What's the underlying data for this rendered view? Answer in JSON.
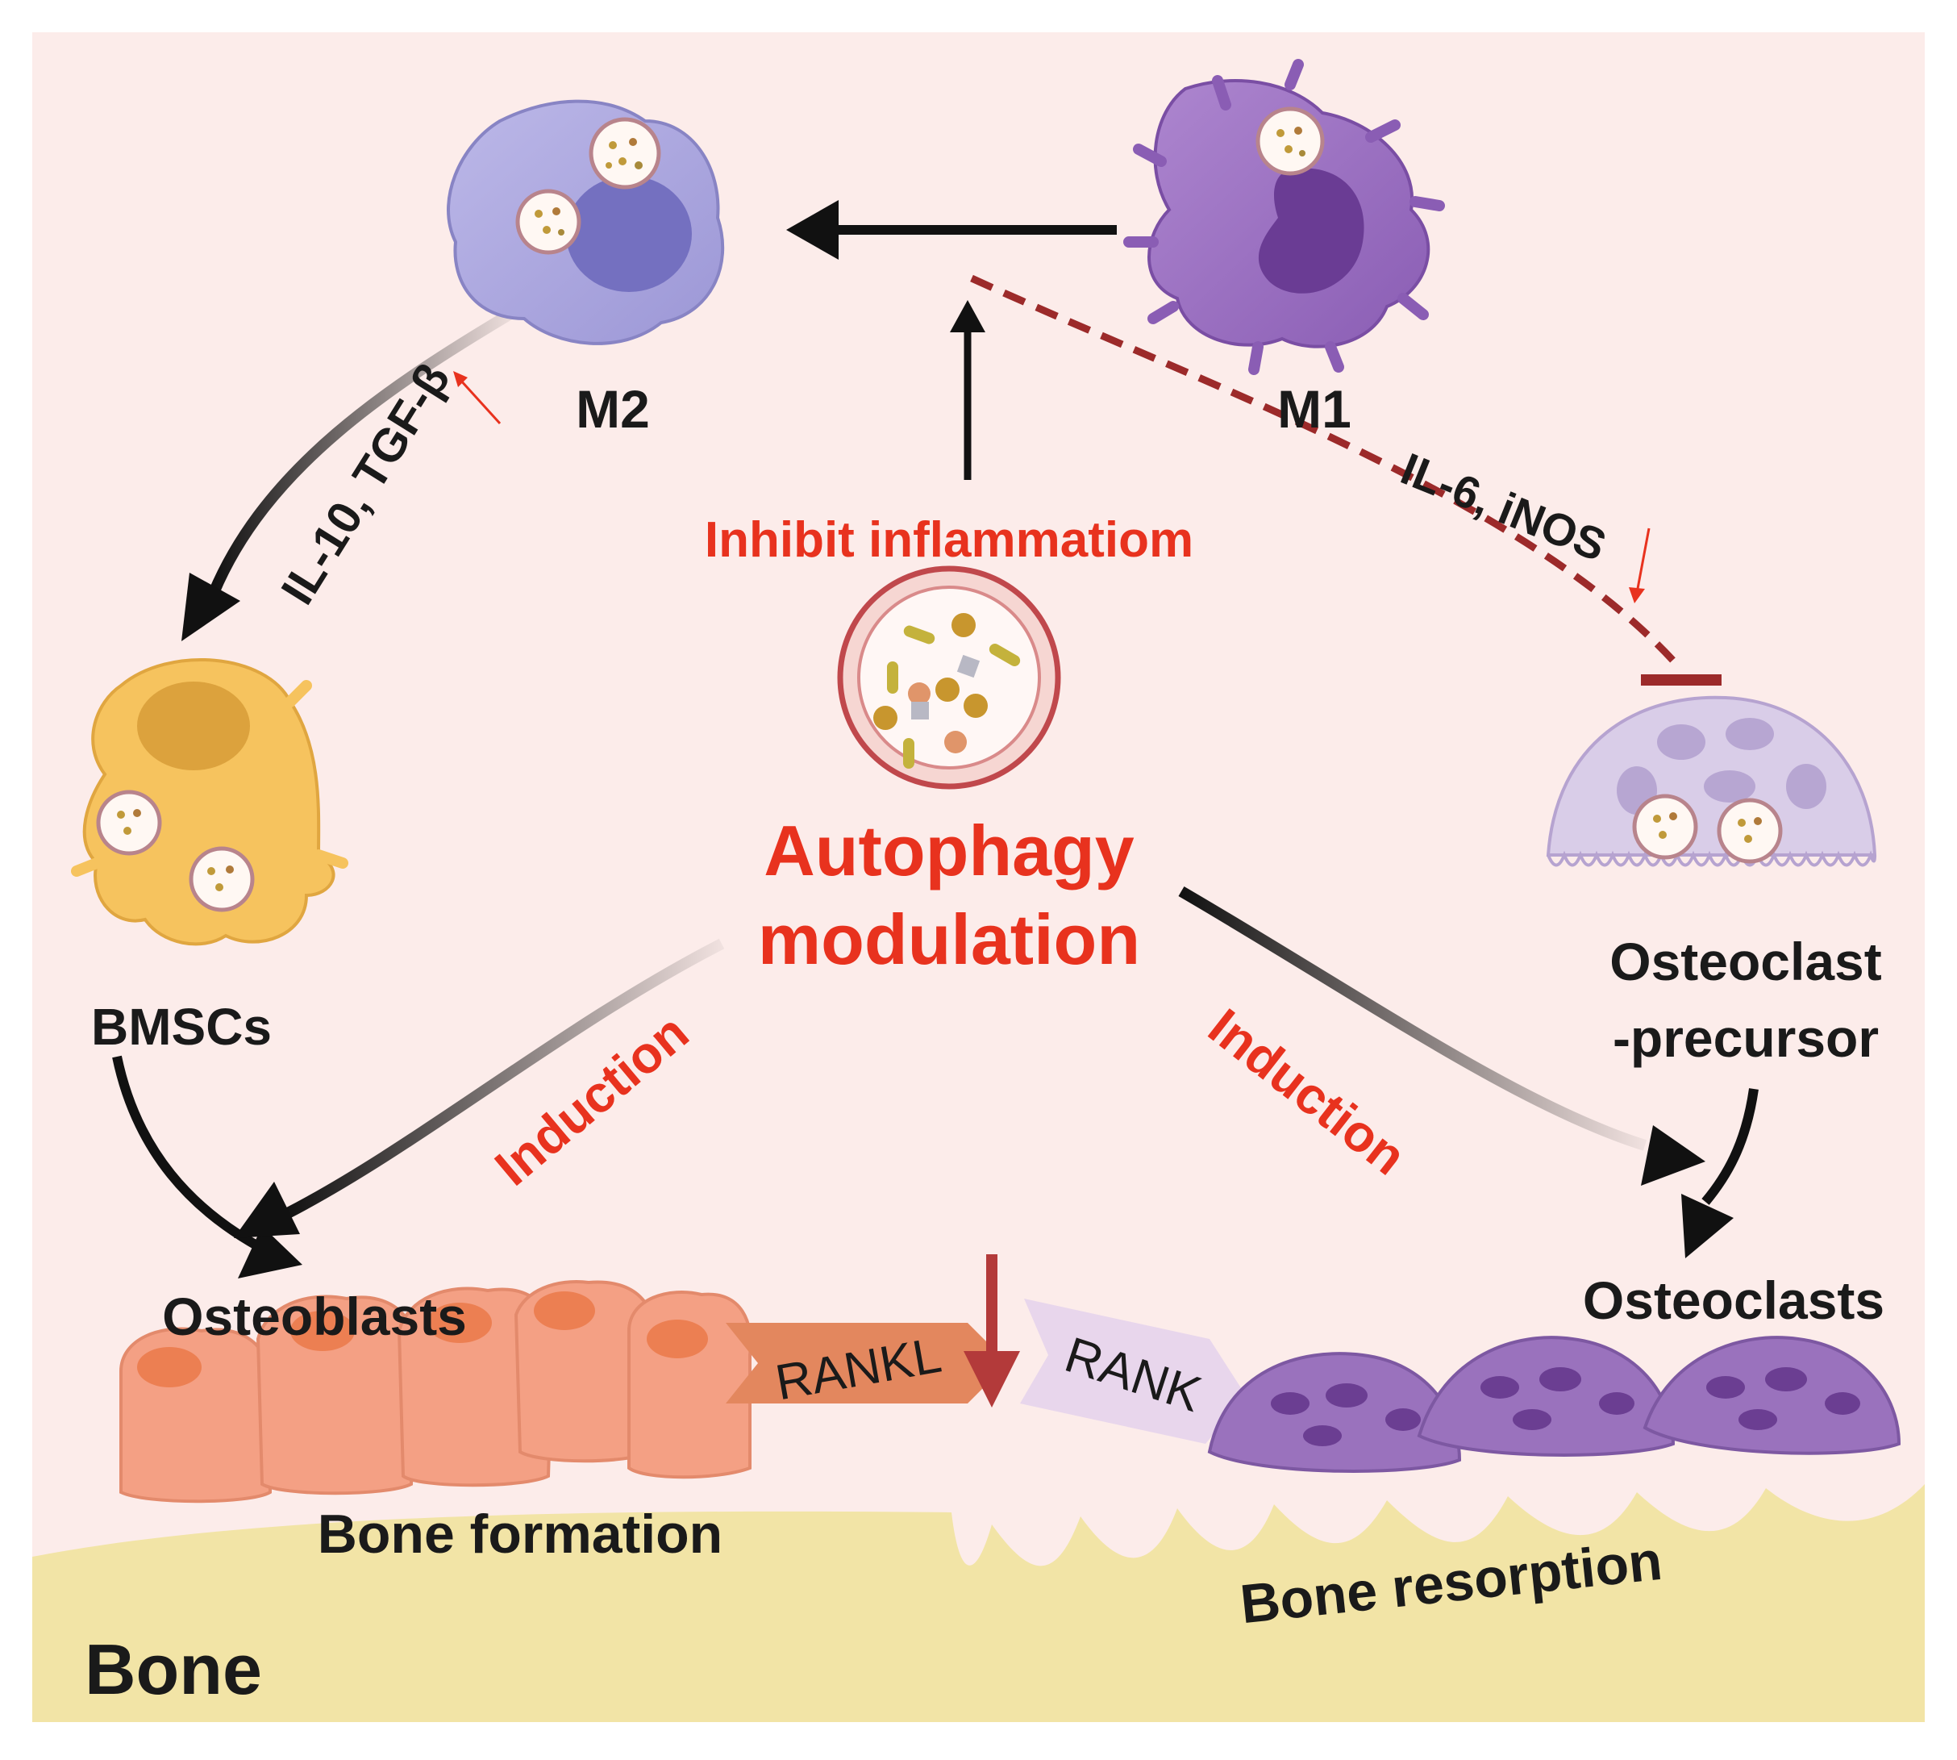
{
  "labels": {
    "m2": "M2",
    "m1": "M1",
    "bmscs": "BMSCs",
    "osteoclast_precursor_line1": "Osteoclast",
    "osteoclast_precursor_line2": "-precursor",
    "osteoblasts": "Osteoblasts",
    "osteoclasts": "Osteoclasts",
    "bone_formation": "Bone formation",
    "bone_resorption": "Bone resorption",
    "bone": "Bone"
  },
  "center": {
    "inhibit": "Inhibit inflammatiom",
    "autophagy_line1": "Autophagy",
    "autophagy_line2": "modulation"
  },
  "arrows": {
    "left_cytokines": "IL-10, TGF-β",
    "right_cytokines": "IL-6, iNOS",
    "induction_left": "Induction",
    "induction_right": "Induction"
  },
  "signaling": {
    "ligand": "RANKL",
    "receptor": "RANK"
  },
  "colors": {
    "background": "#fcecea",
    "bone": "#f2e4a6",
    "accent_red": "#e8321e",
    "dark_red": "#9c2a2a",
    "m2_cell": "#a9a5dc",
    "m1_cell": "#9b72c0",
    "bmsc_cell": "#f6c35e",
    "osteoblast_cell": "#f4a084",
    "osteoclast_cell": "#9a72bd"
  }
}
